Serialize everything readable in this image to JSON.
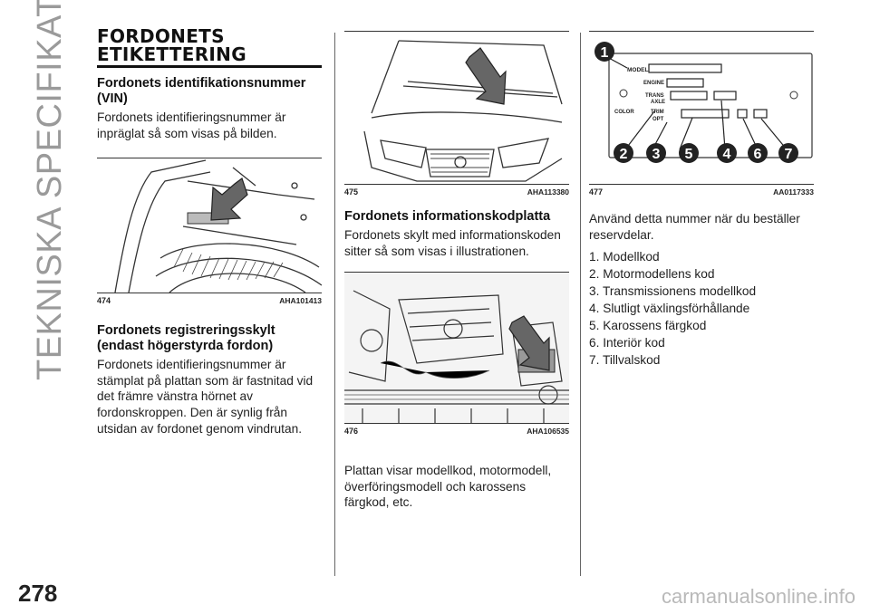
{
  "side_title": "TEKNISKA SPECIFIKATIONER",
  "page_number": "278",
  "watermark": "carmanualsonline.info",
  "col1": {
    "chapter_title_line1": "FORDONETS",
    "chapter_title_line2": "ETIKETTERING",
    "vin_heading_line1": "Fordonets identifikationsnummer",
    "vin_heading_line2": "(VIN)",
    "vin_text": "Fordonets identifieringsnummer är inpräglat så som visas på bilden.",
    "fig474_num": "474",
    "fig474_code": "AHA101413",
    "reg_heading_line1": "Fordonets registreringsskylt",
    "reg_heading_line2": "(endast högerstyrda fordon)",
    "reg_text": "Fordonets identifieringsnummer är stämplat på plattan som är fastnitad vid det främre vänstra hörnet av fordonskroppen. Den är synlig från utsidan av fordonet genom vindrutan."
  },
  "col2": {
    "fig475_num": "475",
    "fig475_code": "AHA113380",
    "info_heading": "Fordonets informationskodplatta",
    "info_text": "Fordonets skylt med informationskoden sitter så som visas i illustrationen.",
    "fig476_num": "476",
    "fig476_code": "AHA106535",
    "plate_text": "Plattan visar modellkod, motormodell, överföringsmodell och karossens färgkod, etc."
  },
  "col3": {
    "fig477_num": "477",
    "fig477_code": "AA0117333",
    "plate_labels": {
      "model": "MODEL",
      "engine": "ENGINE",
      "trans1": "TRANS",
      "trans2": "AXLE",
      "color": "COLOR",
      "trim": "TRIM",
      "opt": "OPT"
    },
    "callouts": [
      "1",
      "2",
      "3",
      "5",
      "4",
      "6",
      "7"
    ],
    "intro": "Använd detta nummer när du beställer reservdelar.",
    "items": [
      "1. Modellkod",
      "2. Motormodellens kod",
      "3. Transmissionens modellkod",
      "4. Slutligt växlingsförhållande",
      "5. Karossens färgkod",
      "6. Interiör kod",
      "7. Tillvalskod"
    ]
  }
}
